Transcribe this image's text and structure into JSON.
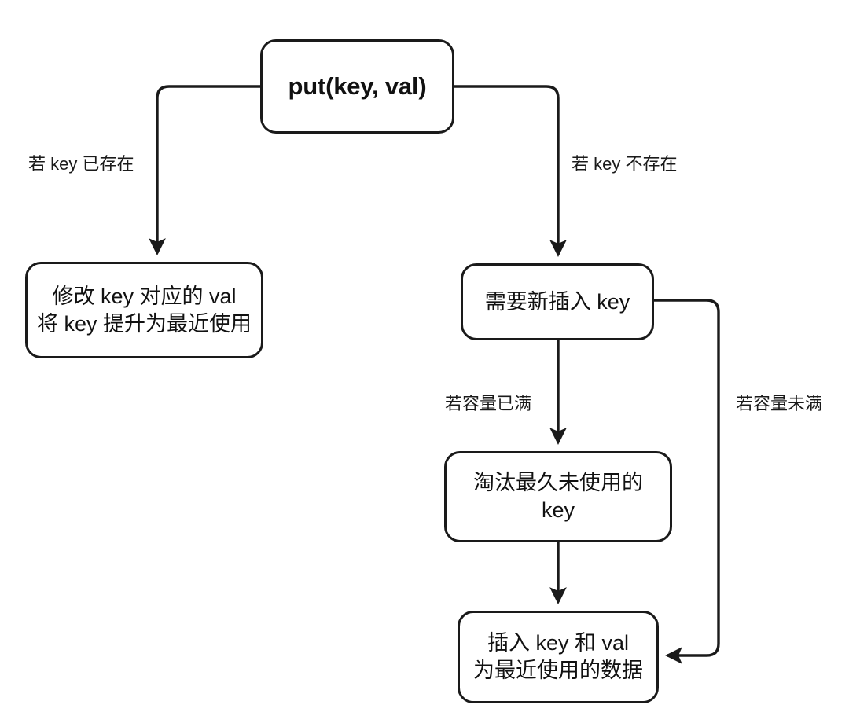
{
  "diagram": {
    "title": "LRU put(key, val) flowchart",
    "background_color": "#ffffff",
    "stroke_color": "#1a1a1a",
    "text_color": "#111111",
    "nodes": {
      "put": {
        "label": "put(key, val)"
      },
      "update_existing": {
        "line1": "修改 key 对应的 val",
        "line2": "将 key 提升为最近使用",
        "label": "修改 key 对应的 val\n将 key 提升为最近使用"
      },
      "insert_new": {
        "label": "需要新插入 key"
      },
      "evict": {
        "label": "淘汰最久未使用的 key"
      },
      "insert_data": {
        "line1": "插入 key 和 val",
        "line2": "为最近使用的数据",
        "label": "插入 key 和 val\n为最近使用的数据"
      }
    },
    "edges": {
      "key_exists": {
        "label": "若 key 已存在",
        "from": "put",
        "to": "update_existing"
      },
      "key_absent": {
        "label": "若 key 不存在",
        "from": "put",
        "to": "insert_new"
      },
      "capacity_full": {
        "label": "若容量已满",
        "from": "insert_new",
        "to": "evict"
      },
      "capacity_not_full": {
        "label": "若容量未满",
        "from": "insert_new",
        "to": "insert_data"
      },
      "evict_to_insert": {
        "label": "",
        "from": "evict",
        "to": "insert_data"
      }
    }
  }
}
